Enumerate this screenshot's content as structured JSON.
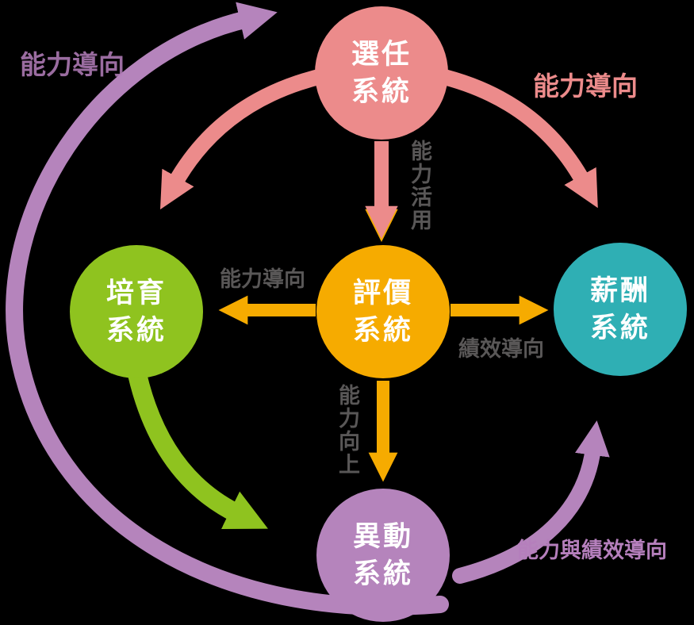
{
  "diagram": {
    "title": "HR five-system relationship diagram",
    "background": "#000000",
    "palette": {
      "pink": "#EC8B8B",
      "yellow": "#F6AB00",
      "green": "#8FC31F",
      "teal": "#2FAFB4",
      "purple": "#B584BC",
      "gray_text": "#595757",
      "node_text": "#FFFFFF"
    },
    "nodes": [
      {
        "id": "selection",
        "line1": "選任",
        "line2": "系統",
        "color": "#EC8B8B"
      },
      {
        "id": "development",
        "line1": "培育",
        "line2": "系統",
        "color": "#8FC31F"
      },
      {
        "id": "evaluation",
        "line1": "評價",
        "line2": "系統",
        "color": "#F6AB00"
      },
      {
        "id": "compensation",
        "line1": "薪酬",
        "line2": "系統",
        "color": "#2FAFB4"
      },
      {
        "id": "transfer",
        "line1": "異動",
        "line2": "系統",
        "color": "#B584BC"
      }
    ],
    "labels": {
      "outer_left": "能力導向",
      "top_right": "能力導向",
      "mid_left": "能力導向",
      "mid_right": "績效導向",
      "vertical_top": "能力活用",
      "vertical_bottom": "能力向上",
      "outer_bottom_right": "能力與績效導向"
    }
  }
}
